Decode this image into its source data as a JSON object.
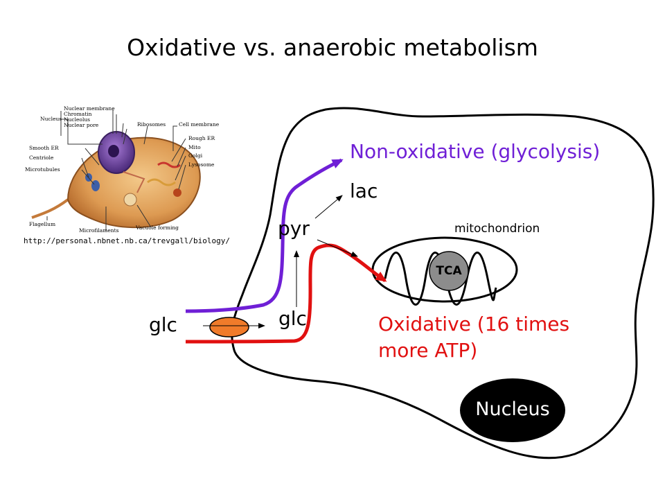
{
  "title": "Oxidative vs. anaerobic metabolism",
  "labels": {
    "non_oxidative": "Non-oxidative (glycolysis)",
    "lac": "lac",
    "pyr": "pyr",
    "mitochondrion": "mitochondrion",
    "tca": "TCA",
    "glc_outside": "glc",
    "glc_inside": "glc",
    "oxidative_line1": "Oxidative (16 times",
    "oxidative_line2": "more ATP)",
    "nucleus": "Nucleus"
  },
  "cell_image": {
    "labels": {
      "nucleus": "Nucleus",
      "nuclear_membrane": "Nuclear membrane",
      "chromatin": "Chromatin",
      "nucleolus": "Nucleolus",
      "nuclear_pore": "Nuclear pore",
      "ribosomes": "Ribosomes",
      "cell_membrane": "Cell membrane",
      "smooth_er": "Smooth ER",
      "rough_er": "Rough ER",
      "centriole": "Centriole",
      "mito": "Mito",
      "golgi": "Golgi",
      "microtubules": "Microtubules",
      "lysosome": "Lysosome",
      "flagellum": "Flagellum",
      "microfilaments": "Microfilaments",
      "vacuole_forming": "Vacuole forming"
    },
    "source_url": "http://personal.nbnet.nb.ca/trevgall/biology/"
  },
  "colors": {
    "glycolysis": "#6f1fd6",
    "oxidative": "#e11010",
    "transporter": "#f07b2a",
    "tca": "#8c8c8c",
    "nucleus": "#000000",
    "text": "#000000"
  }
}
